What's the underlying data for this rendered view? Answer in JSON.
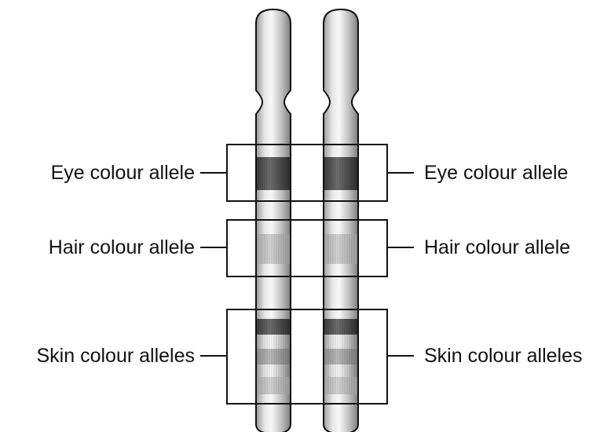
{
  "labels": {
    "left": {
      "eye": "Eye colour allele",
      "hair": "Hair colour allele",
      "skin": "Skin colour alleles"
    },
    "right": {
      "eye": "Eye colour allele",
      "hair": "Hair colour allele",
      "skin": "Skin colour alleles"
    }
  },
  "colors": {
    "chromosome_light": "#f2f2f2",
    "chromosome_mid": "#c8c8c8",
    "chromosome_dark": "#8a8a8a",
    "band_dark": "#5a5a5a",
    "band_light": "#b5b5b5",
    "outline": "#111111"
  }
}
